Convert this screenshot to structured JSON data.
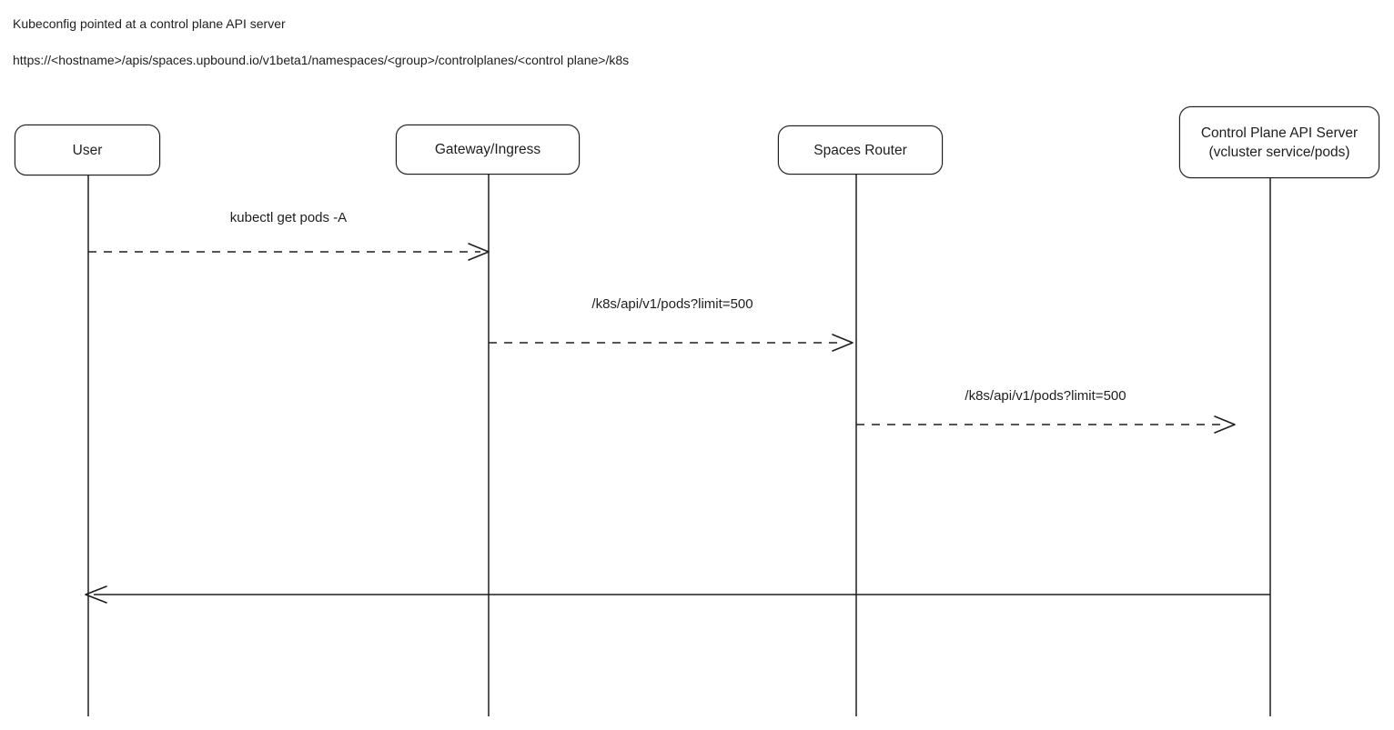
{
  "header": {
    "title": "Kubeconfig pointed at a control plane API server",
    "url": "https://<hostname>/apis/spaces.upbound.io/v1beta1/namespaces/<group>/controlplanes/<control plane>/k8s"
  },
  "diagram": {
    "type": "sequence-diagram",
    "style": "hand-drawn",
    "colors": {
      "stroke": "#1e1e1e",
      "background": "#ffffff"
    },
    "actors": [
      {
        "id": "user",
        "label": "User"
      },
      {
        "id": "gateway",
        "label": "Gateway/Ingress"
      },
      {
        "id": "spaces-router",
        "label": "Spaces Router"
      },
      {
        "id": "control-plane",
        "label": "Control Plane API Server",
        "sublabel": "(vcluster service/pods)"
      }
    ],
    "messages": [
      {
        "from": "User",
        "to": "Gateway/Ingress",
        "label": "kubectl get pods -A",
        "line_style": "dashed",
        "direction": "right"
      },
      {
        "from": "Gateway/Ingress",
        "to": "Spaces Router",
        "label": "/k8s/api/v1/pods?limit=500",
        "line_style": "dashed",
        "direction": "right"
      },
      {
        "from": "Spaces Router",
        "to": "Control Plane API Server",
        "label": "/k8s/api/v1/pods?limit=500",
        "line_style": "dashed",
        "direction": "right"
      },
      {
        "from": "Control Plane API Server",
        "to": "User",
        "label": "",
        "line_style": "solid",
        "direction": "left"
      }
    ]
  }
}
